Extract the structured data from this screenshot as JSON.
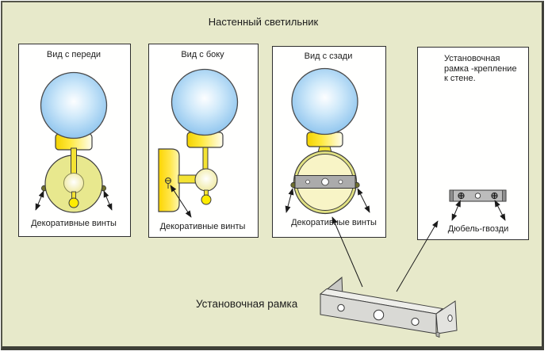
{
  "title": "Настенный светильник",
  "panels": [
    {
      "title": "Вид с переди",
      "label": "Декоративные винты"
    },
    {
      "title": "Вид с боку",
      "label": "Декоративные винты"
    },
    {
      "title": "Вид с сзади",
      "label": "Декоративные винты"
    },
    {
      "note_line1": "Установочная",
      "note_line2": "рамка -крепление",
      "note_line3": "к стене.",
      "label": "Дюбель-гвозди"
    }
  ],
  "bottom_label": "Установочная рамка",
  "colors": {
    "background": "#e7e9ca",
    "panel_background": "#fffffe",
    "globe_blue_edge": "#8cc4ee",
    "globe_blue_center": "#fdfeff",
    "lamp_yellow": "#f4e333",
    "lamp_bright_yellow": "#ffec00",
    "front_plate_yellow_green": "#e8e88e",
    "rear_plate_ring": "#e1e182",
    "rear_plate_interior": "#f8f4c6",
    "metal_gray": "#ababab",
    "bracket_gray": "#d9d9d5",
    "line_black": "#1a1a1a"
  }
}
